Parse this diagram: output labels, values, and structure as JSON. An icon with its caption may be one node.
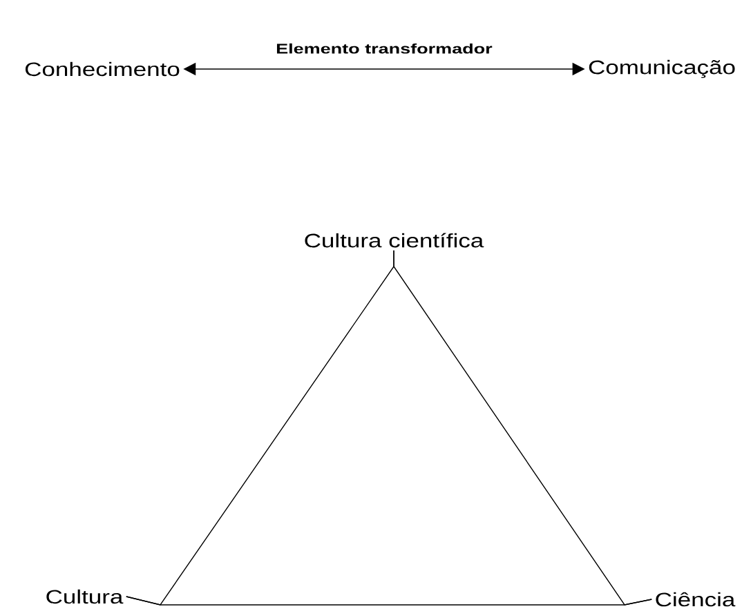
{
  "diagram": {
    "nodes": [
      {
        "text": [
          "Conhecimento"
        ]
      },
      {
        "text": [
          "Comunicação"
        ]
      },
      {
        "text": [
          "Cultura científica"
        ]
      },
      {
        "text": [
          "Cultura"
        ]
      },
      {
        "text": [
          "Ciência"
        ]
      }
    ],
    "edges": [
      {
        "from": 0,
        "to": 1,
        "arrow": "both",
        "label": "Elemento transformador"
      },
      {
        "from": 2,
        "to": 3,
        "arrow": "none"
      },
      {
        "from": 3,
        "to": 4,
        "arrow": "none"
      },
      {
        "from": 4,
        "to": 2,
        "arrow": "none"
      }
    ]
  }
}
